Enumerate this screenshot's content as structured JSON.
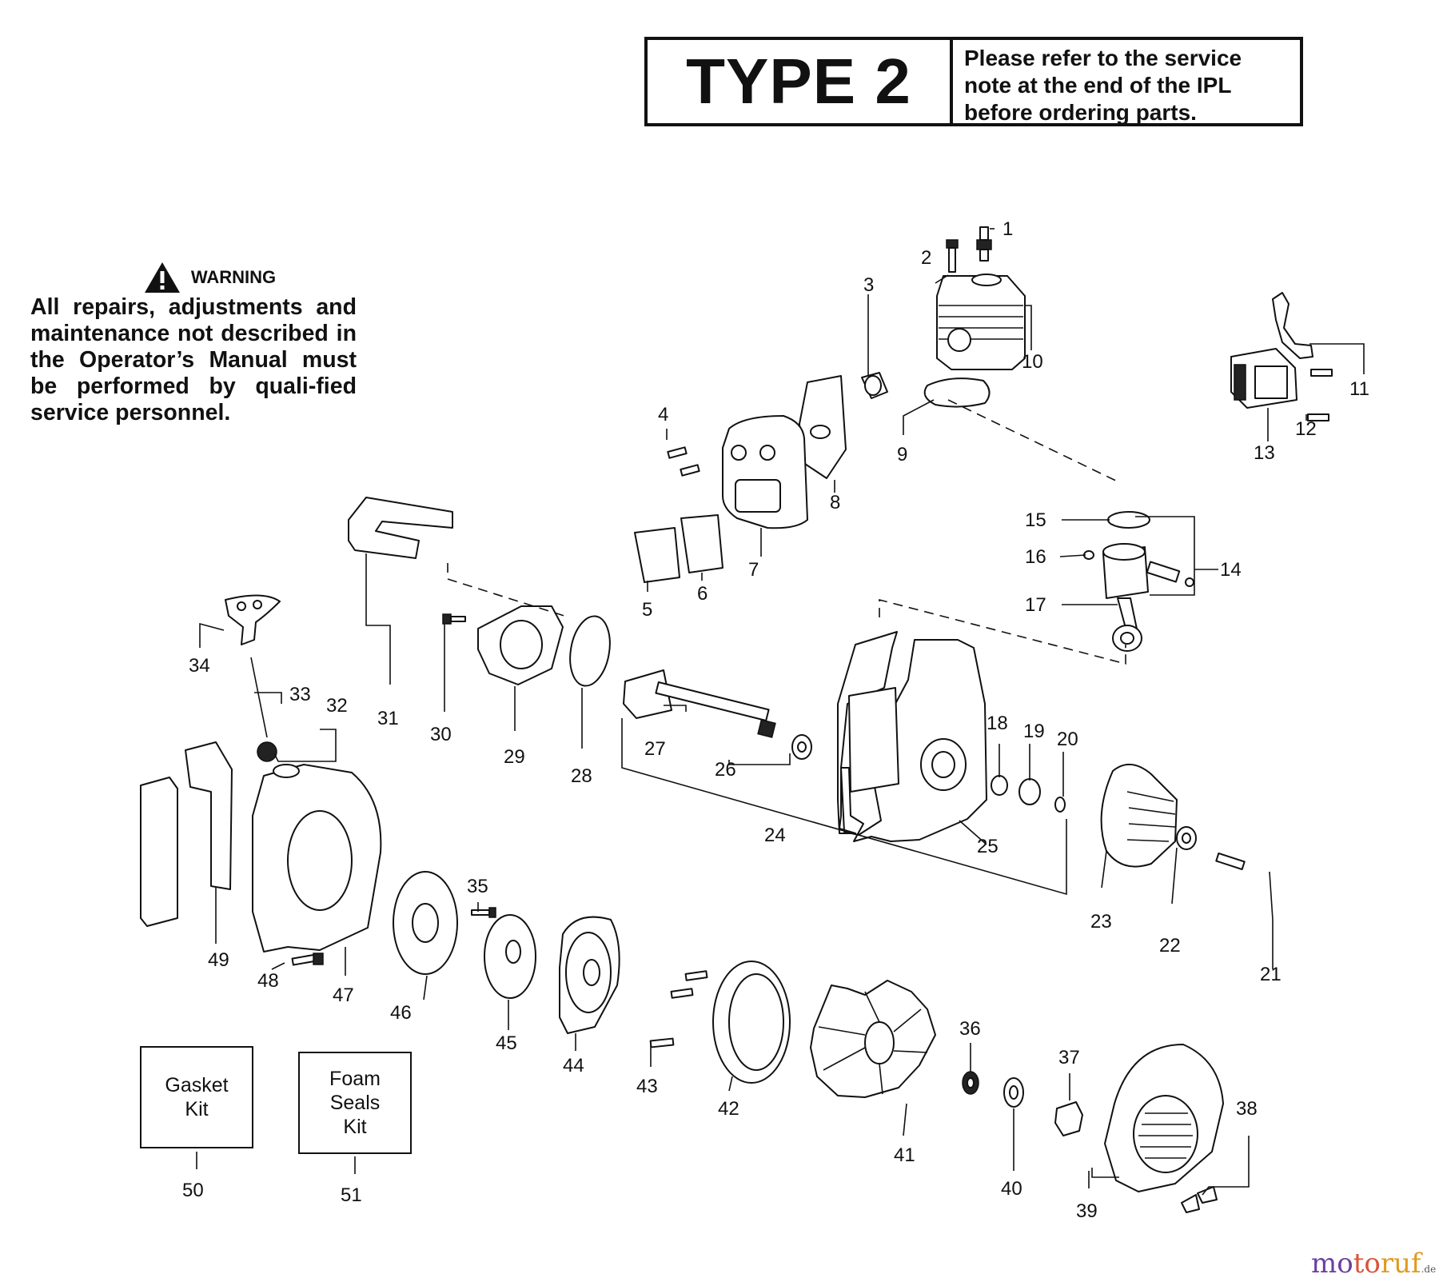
{
  "header": {
    "type_label": "TYPE 2",
    "note_line1": "Please  refer  to the service",
    "note_line2": "note  at the end of the IPL",
    "note_line3": "before ordering  parts."
  },
  "warning": {
    "heading": "WARNING",
    "text": "All repairs, adjustments and maintenance not described in the Operator’s Manual must be performed by quali-fied  service personnel."
  },
  "kits": {
    "gasket": {
      "label": "Gasket\nKit",
      "number": "50"
    },
    "foam": {
      "label": "Foam\nSeals\nKit",
      "number": "51"
    }
  },
  "parts": {
    "p1": "1",
    "p2": "2",
    "p3": "3",
    "p4": "4",
    "p5": "5",
    "p6": "6",
    "p7": "7",
    "p8": "8",
    "p9": "9",
    "p10": "10",
    "p11": "11",
    "p12": "12",
    "p13": "13",
    "p14": "14",
    "p15": "15",
    "p16": "16",
    "p17": "17",
    "p18": "18",
    "p19": "19",
    "p20": "20",
    "p21": "21",
    "p22": "22",
    "p23": "23",
    "p24": "24",
    "p25": "25",
    "p26": "26",
    "p27": "27",
    "p28": "28",
    "p29": "29",
    "p30": "30",
    "p31": "31",
    "p32": "32",
    "p33": "33",
    "p34": "34",
    "p35": "35",
    "p36": "36",
    "p37": "37",
    "p38": "38",
    "p39": "39",
    "p40": "40",
    "p41": "41",
    "p42": "42",
    "p43": "43",
    "p44": "44",
    "p45": "45",
    "p46": "46",
    "p47": "47",
    "p48": "48",
    "p49": "49"
  },
  "brand": {
    "part1": "mo",
    "part2": "to",
    "part3": "ruf",
    "part4": ".de"
  }
}
